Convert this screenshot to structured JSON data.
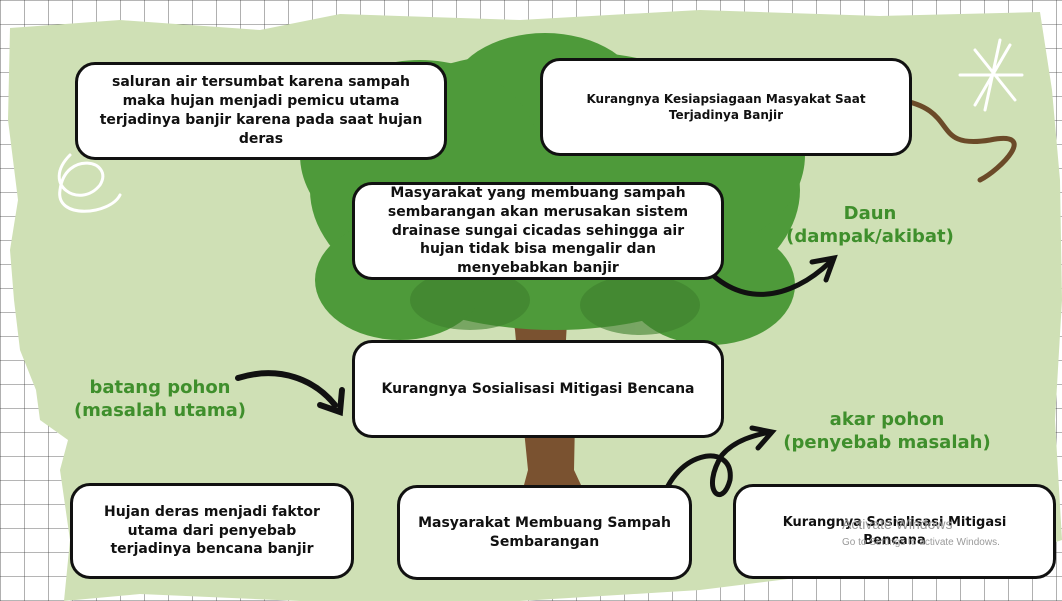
{
  "boxes": {
    "top_left": "saluran air tersumbat karena sampah maka hujan menjadi pemicu utama terjadinya banjir karena pada saat hujan deras",
    "top_right": "Kurangnya Kesiapsiagaan Masyakat Saat Terjadinya Banjir",
    "middle": "Masyarakat yang membuang sampah sembarangan akan merusakan sistem drainase sungai cicadas sehingga air hujan tidak bisa mengalir dan menyebabkan banjir",
    "center": "Kurangnya Sosialisasi Mitigasi Bencana",
    "bottom_left": "Hujan deras menjadi faktor utama dari penyebab terjadinya bencana banjir",
    "bottom_center": "Masyarakat Membuang Sampah Sembarangan",
    "bottom_right": "Kurangnya Sosialisasi Mitigasi Bencana"
  },
  "labels": {
    "leaf": "Daun\n(dampak/akibat)",
    "trunk": "batang pohon\n(masalah utama)",
    "root": "akar pohon\n(penyebab masalah)"
  },
  "watermark": {
    "title": "Activate Windows",
    "subtitle": "Go to Settings to activate Windows."
  },
  "colors": {
    "background_green": "#cfe0b5",
    "label_green": "#3f8f2c",
    "foliage": "#4e9a3a",
    "trunk": "#7a5230"
  }
}
